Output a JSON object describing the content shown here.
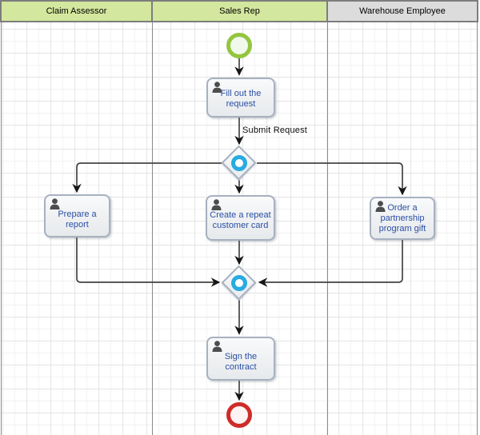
{
  "lanes": [
    {
      "label": "Claim Assessor"
    },
    {
      "label": "Sales Rep"
    },
    {
      "label": "Warehouse Employee"
    }
  ],
  "tasks": [
    {
      "id": "fill-out-request",
      "label": "Fill out the\nrequest"
    },
    {
      "id": "prepare-report",
      "label": "Prepare a report"
    },
    {
      "id": "create-customer-card",
      "label": "Create a repeat\ncustomer card"
    },
    {
      "id": "order-program-gift",
      "label": "Order a\npartnership\nprogram gift"
    },
    {
      "id": "sign-contract",
      "label": "Sign the contract"
    }
  ],
  "flows": {
    "submit_request_label": "Submit Request"
  },
  "events": {
    "start": {
      "type": "start-event"
    },
    "end": {
      "type": "end-event"
    }
  },
  "gateways": [
    {
      "type": "inclusive-gateway-split"
    },
    {
      "type": "inclusive-gateway-merge"
    }
  ],
  "icons": {
    "task_icon": "person-icon"
  },
  "colors": {
    "lane_header_green": "#d3e79e",
    "lane_header_gray": "#dcdcdc",
    "start_event_green": "#94c53f",
    "end_event_red": "#ce2c29",
    "gateway_blue": "#29abe2",
    "task_text_blue": "#2b50a5"
  }
}
